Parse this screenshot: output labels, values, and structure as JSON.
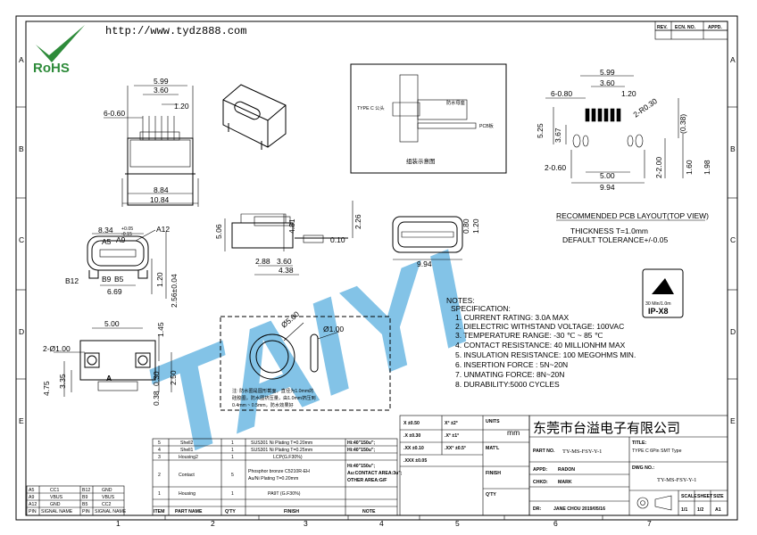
{
  "header": {
    "url": "http://www.tydz888.com",
    "rohs_logo_text": "RoHS"
  },
  "rev_table": {
    "headers": [
      "REV.",
      "ECN. NO.",
      "APPD."
    ]
  },
  "border": {
    "cols": [
      "1",
      "2",
      "3",
      "4",
      "5",
      "6",
      "7"
    ],
    "rows": [
      "A",
      "B",
      "C",
      "D",
      "E"
    ]
  },
  "watermark": {
    "text": "TAIYI",
    "color": "#4FA8DD"
  },
  "views": {
    "top": {
      "d1": "5.99",
      "d2": "3.60",
      "d3": "1.20",
      "d4": "6-0.60",
      "d5": "8.84",
      "d6": "10.84"
    },
    "front": {
      "d1": "8.34",
      "d1_tol_plus": "+0.05",
      "d1_tol_minus": "-0.15",
      "pin_a5": "A5",
      "pin_a9": "A9",
      "pin_a12": "A12",
      "pin_b12": "B12",
      "pin_b9": "B9",
      "pin_b5": "B5",
      "d2": "6.69",
      "d3": "1.20",
      "d4": "2.56±0.04"
    },
    "side": {
      "d1": "5.06",
      "d2": "4.81",
      "d3": "0.10",
      "d4": "2.88",
      "d5": "3.60",
      "d6": "4.38",
      "d7": "2.26"
    },
    "end": {
      "d1": "0.80",
      "d2": "1.20",
      "d3": "9.94"
    },
    "bottom": {
      "d1": "5.00",
      "d2": "1.45",
      "d3": "2-Ø1.00",
      "d4": "4.75",
      "d5": "3.35",
      "d6": "0.30",
      "d7": "0.38",
      "d8": "2.50",
      "label_a": "A"
    },
    "assembly": {
      "typec_label": "TYPE C 公头",
      "seal_label": "防水母座",
      "pcb_label": "PCB板",
      "caption": "组装示意图"
    },
    "seal": {
      "d1": "Ø5.00",
      "d2": "Ø1.00",
      "note_line1": "注: 防水圈是圆形截面，直径为1.0mm的",
      "note_line2": "硅胶圈，防水圈挤压量，由1.0mm挤压到",
      "note_line3": "0.4mm ~ 0.5mm，防水效果好"
    },
    "pcb": {
      "d1": "5.99",
      "d2": "3.60",
      "d3": "1.20",
      "d4": "6-0.80",
      "d5": "2-R0.30",
      "d6": "5.25",
      "d7": "3.67",
      "d8": "2-0.60",
      "d9": "5.00",
      "d10": "9.94",
      "d11": "2-2.00",
      "d12": "1.60",
      "d13": "1.98",
      "d14": "(0.38)"
    }
  },
  "pcb_layout": {
    "title": "RECOMMENDED PCB LAYOUT(TOP VIEW)",
    "thickness": "THICKNESS T=1.0mm",
    "tolerance": "DEFAULT TOLERANCE+/-0.05"
  },
  "ip_badge": {
    "line1": "30 Min/1.0m",
    "line2": "IP-X8"
  },
  "notes": {
    "title": "NOTES:",
    "spec": "SPECIFICATION:",
    "items": [
      "1. CURRENT RATING: 3.0A MAX",
      "2. DIELECTRIC WITHSTAND VOLTAGE: 100VAC",
      "3. TEMPERATURE RANGE: -30 ℃ ~ 85 ℃",
      "4. CONTACT RESISTANCE: 40 MILLIONHM MAX",
      "5. INSULATION RESISTANCE: 100 MEGOHMS MIN.",
      "6. INSERTION FORCE : 5N~20N",
      "7. UNMATING FORCE: 8N~20N",
      "8. DURABILITY:5000 CYCLES"
    ]
  },
  "signal_table": {
    "rows": [
      [
        "A5",
        "CC1",
        "B12",
        "GND"
      ],
      [
        "A9",
        "VBUS",
        "B9",
        "VBUS"
      ],
      [
        "A12",
        "GND",
        "B5",
        "CC2"
      ],
      [
        "PIN",
        "SIGNAL NAME",
        "PIN",
        "SIGNAL NAME"
      ]
    ]
  },
  "bom": {
    "rows": [
      {
        "item": "5",
        "part": "Shell2",
        "qty": "1",
        "finish": "SUS301  Ni   Plating  T=0.20mm",
        "note": "Hi:40\"150u\";"
      },
      {
        "item": "4",
        "part": "Shell1",
        "qty": "1",
        "finish": "SUS301  Ni   Plating  T=0.25mm",
        "note": "Hi:40\"150u\";"
      },
      {
        "item": "3",
        "part": "Housing2",
        "qty": "1",
        "finish": "LCP(G.F30%)",
        "note": ""
      },
      {
        "item": "2",
        "part": "Contact",
        "qty": "5",
        "finish1": "Phosphor bronze  C5210R-EH",
        "finish2": "Au/Ni   Plating  T=0.20mm",
        "note1": "Hi:40\"150u\";",
        "note2": "Au:CONTACT AREA:3u\";",
        "note3": "OTHER AREA:G/F"
      },
      {
        "item": "1",
        "part": "Housing",
        "qty": "1",
        "finish": "PA9T (G.F30%)",
        "note": ""
      }
    ],
    "headers": [
      "ITEM",
      "PART   NAME",
      "Q'TY",
      "FINISH",
      "NOTE"
    ]
  },
  "tolerances": {
    "units_label": "UNITS",
    "units_value": "mm",
    "r1a": "X  ±0.50",
    "r1b": "X°  ±2°",
    "r2a": ".X  ±0.30",
    "r2b": ".X°  ±1°",
    "r3a": ".XX  ±0.10",
    "r3b": ".XX°  ±0.5°",
    "r4a": ".XXX  ±0.05",
    "mat_label": "MAT'L",
    "finish_label": "FINISH",
    "qty_label": "Q'TY"
  },
  "title_block": {
    "company": "东莞市台溢电子有限公司",
    "part_no_label": "PART  NO.",
    "part_no": "TY-MS-FSY-Y-1",
    "title_label": "TITLE:",
    "title_value": "TYPE C 6Pin  SMT Type",
    "appd_label": "APPD:",
    "appd_value": "RADON",
    "chkd_label": "CHKD:",
    "chkd_value": "MARK",
    "dr_label": "DR:",
    "dr_value": "JANE CHOU 2019/05/16",
    "dwg_no_label": "DWG NO.:",
    "dwg_no": "TY-MS-FSY-Y-1",
    "scale_label": "SCALE",
    "sheet_label": "SHEET",
    "size_label": "SIZE",
    "scale": "1/1",
    "sheet": "1/2",
    "size": "A1"
  }
}
